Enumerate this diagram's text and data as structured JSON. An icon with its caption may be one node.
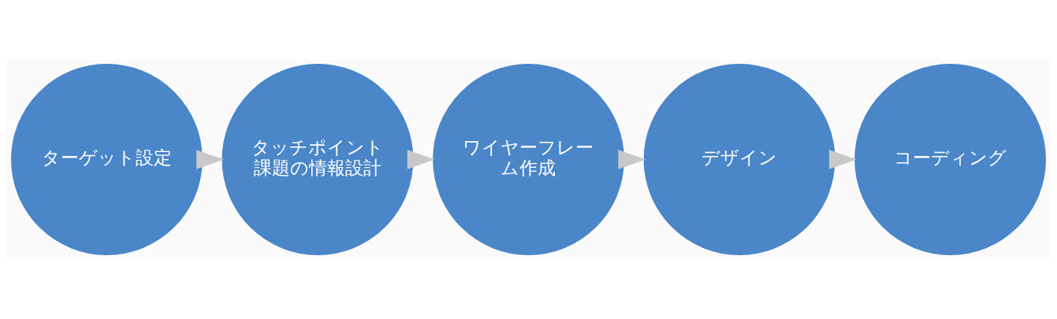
{
  "diagram": {
    "nodes": [
      {
        "text": [
          "ターゲット設定"
        ]
      },
      {
        "text": [
          "タッチポイント課題の情報設計"
        ]
      },
      {
        "text": [
          "ワイヤーフレーム作成"
        ]
      },
      {
        "text": [
          "デザイン"
        ]
      },
      {
        "text": [
          "コーディング"
        ]
      }
    ],
    "edges": [
      {
        "from": 0,
        "to": 1,
        "arrow": "to"
      },
      {
        "from": 1,
        "to": 2,
        "arrow": "to"
      },
      {
        "from": 2,
        "to": 3,
        "arrow": "to"
      },
      {
        "from": 3,
        "to": 4,
        "arrow": "to"
      }
    ]
  }
}
